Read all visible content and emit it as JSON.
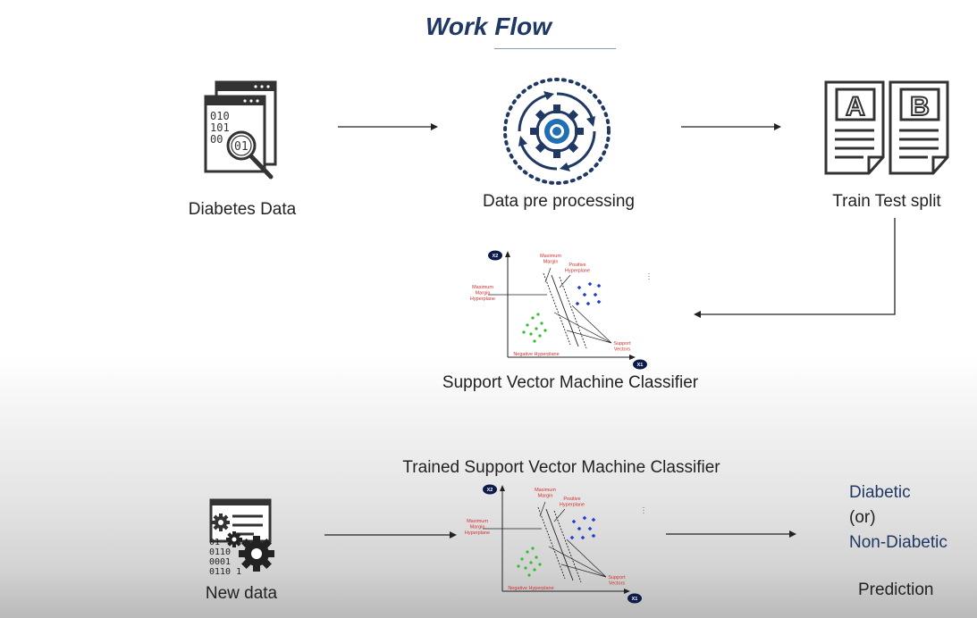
{
  "title": "Work Flow",
  "nodes": {
    "diabetes_data": {
      "label": "Diabetes Data",
      "icon": "database-search-icon",
      "code_lines": [
        "010",
        "101",
        "00"
      ],
      "lens_text": "01"
    },
    "preprocessing": {
      "label": "Data pre processing",
      "icon": "gear-cycle-icon"
    },
    "split": {
      "label": "Train Test split",
      "icon": "ab-documents-icon",
      "letters": [
        "A",
        "B"
      ]
    },
    "svm": {
      "label": "Support Vector Machine Classifier",
      "icon": "svm-chart-icon"
    },
    "trained_svm": {
      "label": "Trained Support Vector Machine Classifier",
      "icon": "svm-chart-icon"
    },
    "new_data": {
      "label": "New data",
      "icon": "data-gears-icon",
      "code_lines": [
        "01",
        "0110",
        "0001",
        "0110 1"
      ]
    }
  },
  "svm_chart": {
    "x_axis": "X1",
    "y_axis": "X2",
    "annotations": {
      "maximum_margin": "Maximum Margin",
      "positive_hyperplane": "Positive Hyperplane",
      "maximum_margin_hyperplane": "Maximum Margin Hyperplane",
      "negative_hyperplane": "Negative Hyperplane",
      "support_vectors": "Support Vectors"
    },
    "colors": {
      "positive_points": "#1f3bd6",
      "negative_points": "#2fbf2f",
      "annotation_text": "#d32f2f",
      "axis_badge": "#0d1b4c"
    }
  },
  "prediction": {
    "line1": "Diabetic",
    "line2": "(or)",
    "line3": "Non-Diabetic",
    "caption": "Prediction"
  },
  "colors": {
    "title": "#1f3864",
    "accent_blue": "#1f6fb2",
    "icon_dark": "#333333",
    "arrow": "#222222",
    "result_blue": "#1f3864"
  }
}
